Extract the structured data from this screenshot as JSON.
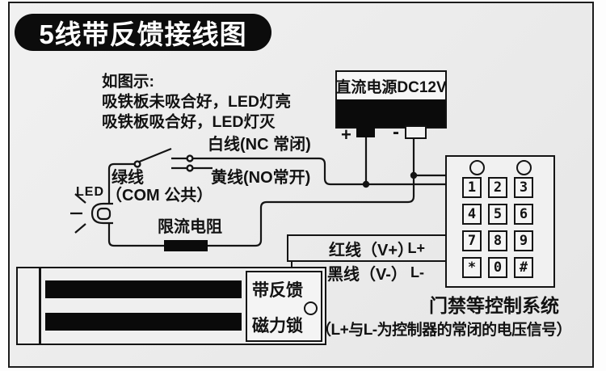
{
  "title": "5线带反馈接线图",
  "note": {
    "line1": "如图示:",
    "line2": "吸铁板未吸合好，LED灯亮",
    "line3": "吸铁板吸合好，LED灯灭"
  },
  "power_supply": {
    "label": "直流电源DC12V",
    "plus": "+",
    "minus": "-"
  },
  "wires": {
    "white": "白线(NC 常闭)",
    "yellow": "黄线(NO常开)",
    "green_line1": "绿线",
    "green_line2": "（COM 公共）",
    "led": "LED",
    "resistor": "限流电阻",
    "red": "红线（V+）",
    "red_terminal": "L+",
    "black": "黑线（V-）",
    "black_terminal": "L-"
  },
  "keypad": {
    "keys": [
      "1",
      "2",
      "3",
      "4",
      "5",
      "6",
      "7",
      "8",
      "9",
      "*",
      "0",
      "#"
    ]
  },
  "lock": {
    "label_line1": "带反馈",
    "label_line2": "磁力锁"
  },
  "controller": {
    "title": "门禁等控制系统",
    "note": "（L+与L-为控制器的常闭的电压信号）"
  },
  "colors": {
    "ink": "#141414",
    "background": "#ececec",
    "title_bg": "#0c0c0c",
    "title_fg": "#ffffff"
  }
}
